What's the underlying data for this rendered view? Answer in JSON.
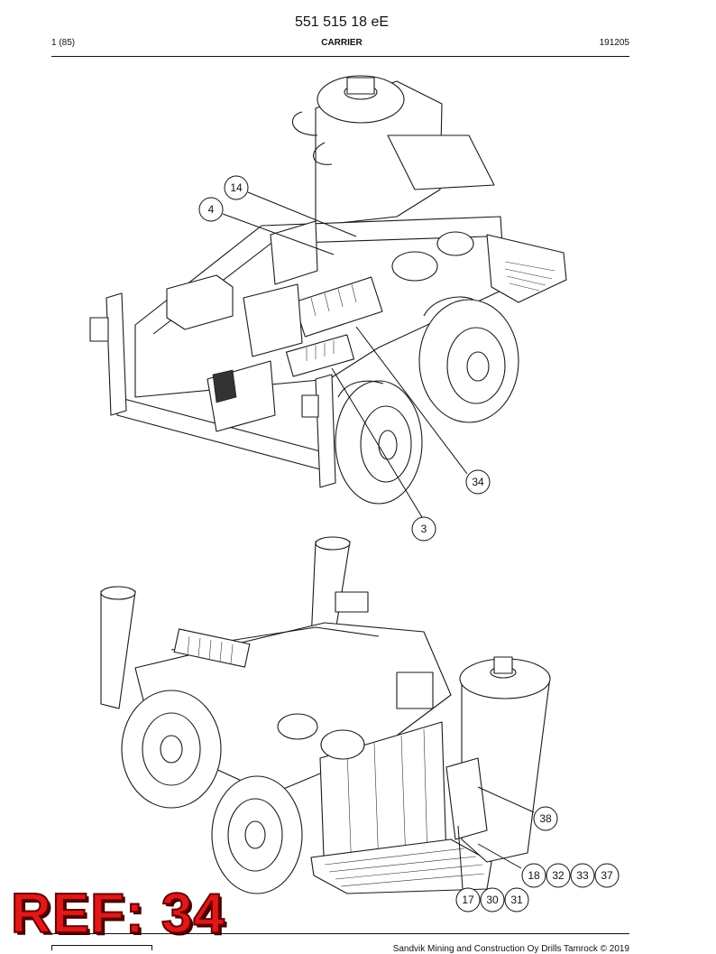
{
  "header": {
    "doc_number": "551 515 18 eE",
    "page_index": "1 (85)",
    "section_title": "CARRIER",
    "date_code": "191205"
  },
  "callouts": {
    "c3": "3",
    "c4": "4",
    "c14": "14",
    "c34": "34",
    "c38": "38",
    "c18": "18",
    "c32": "32",
    "c33": "33",
    "c37": "37",
    "c17": "17",
    "c30": "30",
    "c31": "31"
  },
  "footer": {
    "copyright": "Sandvik Mining and Construction Oy Drills Tamrock © 2019"
  },
  "stamp": {
    "text": "REF: 34",
    "color": "#e01818"
  }
}
